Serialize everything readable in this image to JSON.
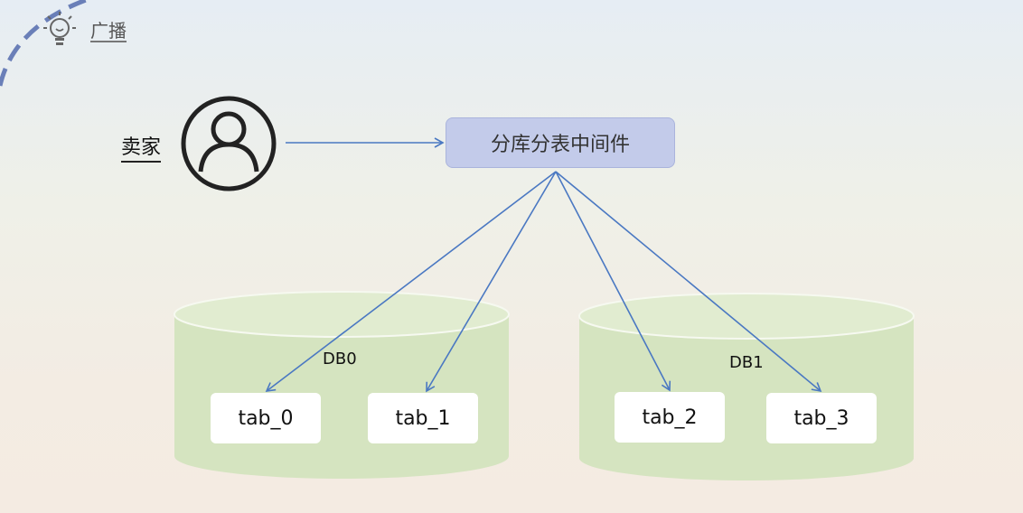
{
  "header": {
    "title": "广播",
    "icon": "lightbulb-icon"
  },
  "diagram": {
    "seller": {
      "label": "卖家",
      "icon": "user-icon"
    },
    "middleware": {
      "label": "分库分表中间件",
      "color": "#c3cbea"
    },
    "databases": [
      {
        "label": "DB0",
        "color": "#d5e4c0",
        "tables": [
          "tab_0",
          "tab_1"
        ]
      },
      {
        "label": "DB1",
        "color": "#d5e4c0",
        "tables": [
          "tab_2",
          "tab_3"
        ]
      }
    ],
    "arrow_color": "#4a78c2"
  }
}
